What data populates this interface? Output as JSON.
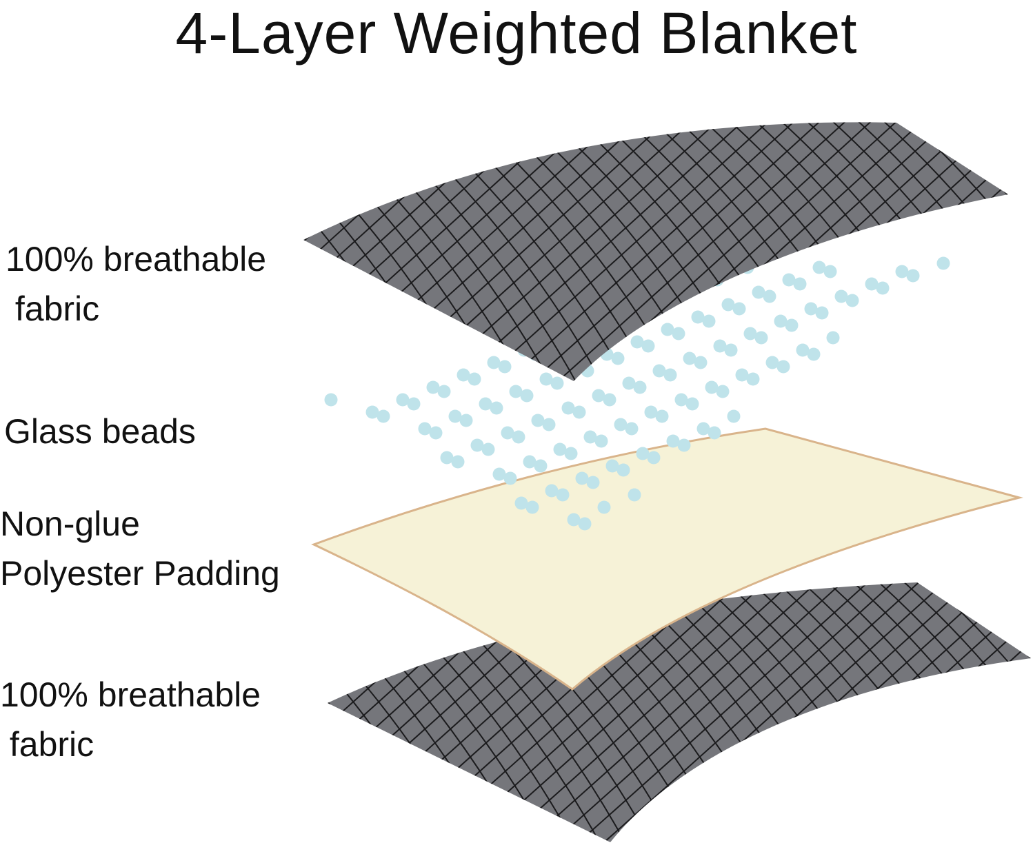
{
  "title": "4-Layer Weighted Blanket",
  "layers": [
    {
      "id": "top-fabric",
      "lines": [
        "100% breathable",
        " fabric"
      ]
    },
    {
      "id": "glass-beads",
      "lines": [
        "Glass beads"
      ]
    },
    {
      "id": "padding",
      "lines": [
        "Non-glue",
        "Polyester Padding"
      ]
    },
    {
      "id": "bottom-fabric",
      "lines": [
        "100% breathable",
        " fabric"
      ]
    }
  ],
  "colors": {
    "fabric": "#75767b",
    "quilt_lines": "#1b1b1d",
    "beads": "#bfe3ea",
    "padding": "#f6f2d7",
    "padding_edge": "#d9b48b"
  }
}
